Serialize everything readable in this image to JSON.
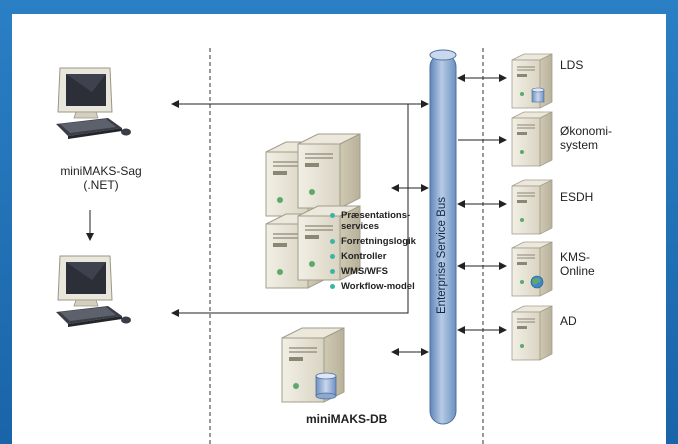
{
  "clients": {
    "client1_label_line1": "miniMAKS-Sag",
    "client1_label_line2": "(.NET)"
  },
  "app_server": {
    "bullets": [
      "Præsentations-",
      "services",
      "Forretningslogik",
      "Kontroller",
      "WMS/WFS",
      "Workflow-model"
    ]
  },
  "db_label": "miniMAKS-DB",
  "bus_label": "Enterprise Service Bus",
  "services": [
    {
      "line1": "LDS",
      "line2": ""
    },
    {
      "line1": "Økonomi-",
      "line2": "system"
    },
    {
      "line1": "ESDH",
      "line2": ""
    },
    {
      "line1": "KMS-",
      "line2": "Online"
    },
    {
      "line1": "AD",
      "line2": ""
    }
  ],
  "colors": {
    "frame": "#1f6fb3",
    "bus": "#8fb0d6",
    "bullet": "#3fb3a3"
  }
}
